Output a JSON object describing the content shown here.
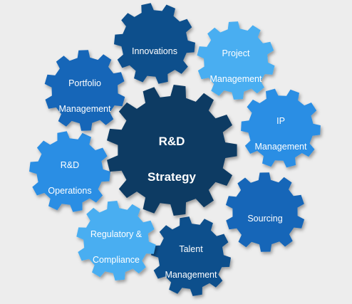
{
  "diagram": {
    "center": {
      "label_line1": "R&D",
      "label_line2": "Strategy",
      "color": "#0d3a63"
    },
    "gears": [
      {
        "id": "innovations",
        "lines": [
          "Innovations"
        ],
        "color": "#0d4f8c"
      },
      {
        "id": "project-management",
        "lines": [
          "Project",
          "Management"
        ],
        "color": "#4aaef1"
      },
      {
        "id": "ip-management",
        "lines": [
          "IP",
          "Management"
        ],
        "color": "#2b8ee4"
      },
      {
        "id": "sourcing",
        "lines": [
          "Sourcing"
        ],
        "color": "#1466b8"
      },
      {
        "id": "talent-management",
        "lines": [
          "Talent",
          "Management"
        ],
        "color": "#0d4f8c"
      },
      {
        "id": "regulatory-compliance",
        "lines": [
          "Regulatory &",
          "Compliance"
        ],
        "color": "#4aaef1"
      },
      {
        "id": "rd-operations",
        "lines": [
          "R&D",
          "Operations"
        ],
        "color": "#2b8ee4"
      },
      {
        "id": "portfolio-management",
        "lines": [
          "Portfolio",
          "Management"
        ],
        "color": "#1466b8"
      }
    ]
  }
}
